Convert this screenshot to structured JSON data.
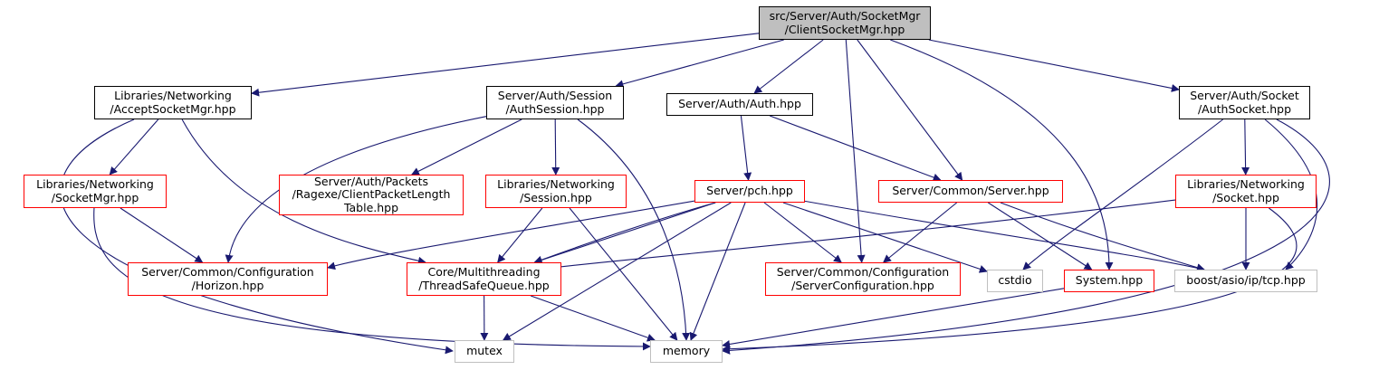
{
  "diagram": {
    "title": "src/Server/Auth/SocketMgr/ClientSocketMgr.hpp",
    "colors": {
      "edge": "#191970",
      "root_fill": "#bfbfbf",
      "border_documented": "#000000",
      "border_truncated": "#ff0000",
      "border_external": "#bfbfbf"
    },
    "nodes": [
      {
        "id": "root",
        "kind": "root",
        "lines": [
          "src/Server/Auth/SocketMgr",
          "/ClientSocketMgr.hpp"
        ]
      },
      {
        "id": "accept",
        "kind": "documented",
        "lines": [
          "Libraries/Networking",
          "/AcceptSocketMgr.hpp"
        ]
      },
      {
        "id": "authsession",
        "kind": "documented",
        "lines": [
          "Server/Auth/Session",
          "/AuthSession.hpp"
        ]
      },
      {
        "id": "auth",
        "kind": "documented",
        "lines": [
          "Server/Auth/Auth.hpp"
        ]
      },
      {
        "id": "authsocket",
        "kind": "documented",
        "lines": [
          "Server/Auth/Socket",
          "/AuthSocket.hpp"
        ]
      },
      {
        "id": "socketmgr",
        "kind": "truncated",
        "lines": [
          "Libraries/Networking",
          "/SocketMgr.hpp"
        ]
      },
      {
        "id": "packets",
        "kind": "truncated",
        "lines": [
          "Server/Auth/Packets",
          "/Ragexe/ClientPacketLength",
          "Table.hpp"
        ]
      },
      {
        "id": "session",
        "kind": "truncated",
        "lines": [
          "Libraries/Networking",
          "/Session.hpp"
        ]
      },
      {
        "id": "pch",
        "kind": "truncated",
        "lines": [
          "Server/pch.hpp"
        ]
      },
      {
        "id": "server",
        "kind": "truncated",
        "lines": [
          "Server/Common/Server.hpp"
        ]
      },
      {
        "id": "socket",
        "kind": "truncated",
        "lines": [
          "Libraries/Networking",
          "/Socket.hpp"
        ]
      },
      {
        "id": "horizon",
        "kind": "truncated",
        "lines": [
          "Server/Common/Configuration",
          "/Horizon.hpp"
        ]
      },
      {
        "id": "tsq",
        "kind": "truncated",
        "lines": [
          "Core/Multithreading",
          "/ThreadSafeQueue.hpp"
        ]
      },
      {
        "id": "servercfg",
        "kind": "truncated",
        "lines": [
          "Server/Common/Configuration",
          "/ServerConfiguration.hpp"
        ]
      },
      {
        "id": "cstdio",
        "kind": "external",
        "lines": [
          "cstdio"
        ]
      },
      {
        "id": "system",
        "kind": "truncated",
        "lines": [
          "System.hpp"
        ]
      },
      {
        "id": "tcp",
        "kind": "external",
        "lines": [
          "boost/asio/ip/tcp.hpp"
        ]
      },
      {
        "id": "mutex",
        "kind": "external",
        "lines": [
          "mutex"
        ]
      },
      {
        "id": "memory",
        "kind": "external",
        "lines": [
          "memory"
        ]
      }
    ],
    "edges": [
      {
        "from": "root",
        "to": "accept"
      },
      {
        "from": "root",
        "to": "authsession"
      },
      {
        "from": "root",
        "to": "auth"
      },
      {
        "from": "root",
        "to": "authsocket"
      },
      {
        "from": "root",
        "to": "server"
      },
      {
        "from": "root",
        "to": "servercfg"
      },
      {
        "from": "root",
        "to": "system"
      },
      {
        "from": "accept",
        "to": "socketmgr"
      },
      {
        "from": "accept",
        "to": "tsq"
      },
      {
        "from": "accept",
        "to": "mutex"
      },
      {
        "from": "authsession",
        "to": "packets"
      },
      {
        "from": "authsession",
        "to": "session"
      },
      {
        "from": "authsession",
        "to": "horizon"
      },
      {
        "from": "authsession",
        "to": "memory"
      },
      {
        "from": "auth",
        "to": "pch"
      },
      {
        "from": "auth",
        "to": "server"
      },
      {
        "from": "authsocket",
        "to": "socket"
      },
      {
        "from": "authsocket",
        "to": "cstdio"
      },
      {
        "from": "authsocket",
        "to": "tcp"
      },
      {
        "from": "authsocket",
        "to": "memory"
      },
      {
        "from": "socketmgr",
        "to": "horizon"
      },
      {
        "from": "socketmgr",
        "to": "memory"
      },
      {
        "from": "session",
        "to": "tsq"
      },
      {
        "from": "session",
        "to": "memory"
      },
      {
        "from": "pch",
        "to": "horizon"
      },
      {
        "from": "pch",
        "to": "tsq"
      },
      {
        "from": "pch",
        "to": "servercfg"
      },
      {
        "from": "pch",
        "to": "cstdio"
      },
      {
        "from": "pch",
        "to": "tcp"
      },
      {
        "from": "pch",
        "to": "mutex"
      },
      {
        "from": "pch",
        "to": "memory"
      },
      {
        "from": "pch",
        "to": "tsq"
      },
      {
        "from": "server",
        "to": "servercfg"
      },
      {
        "from": "server",
        "to": "system"
      },
      {
        "from": "server",
        "to": "tcp"
      },
      {
        "from": "socket",
        "to": "tsq"
      },
      {
        "from": "socket",
        "to": "tcp"
      },
      {
        "from": "socket",
        "to": "memory"
      },
      {
        "from": "tsq",
        "to": "mutex"
      },
      {
        "from": "tsq",
        "to": "memory"
      },
      {
        "from": "system",
        "to": "memory"
      }
    ]
  }
}
